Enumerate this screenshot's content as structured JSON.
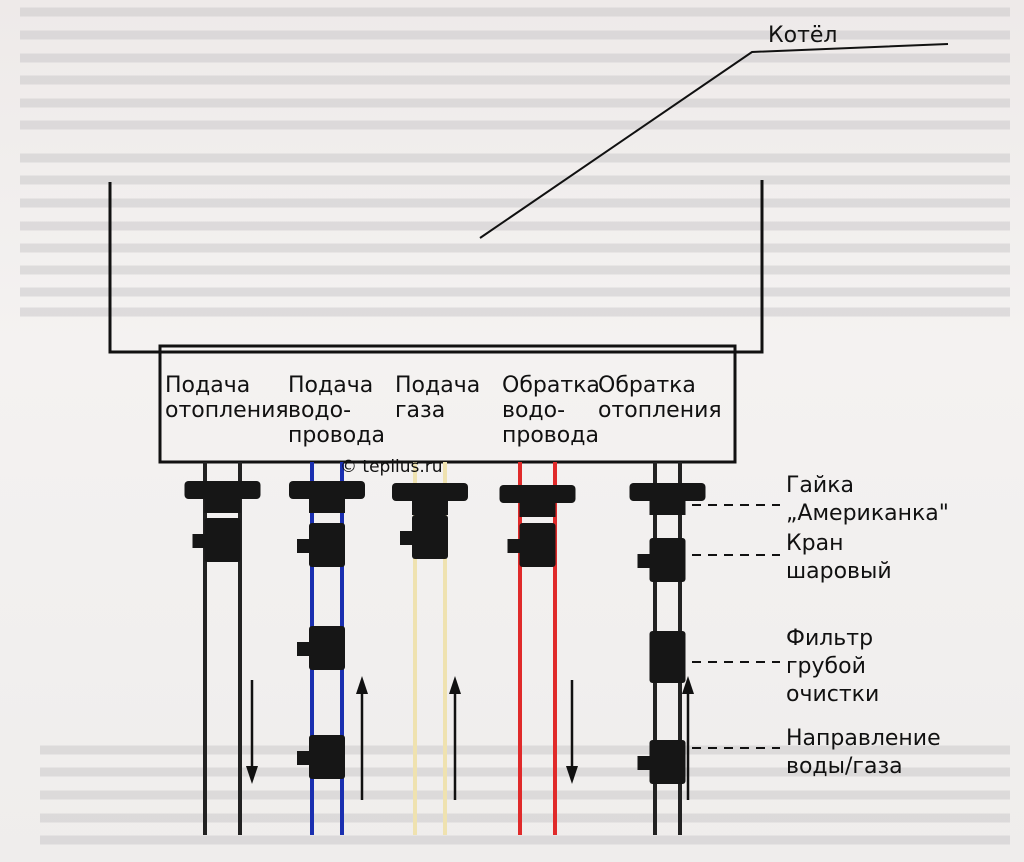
{
  "boiler_label": "Котёл",
  "watermark": "© teplius.ru",
  "pipes": [
    {
      "line1": "Подача",
      "line2": "отопления",
      "line3": "",
      "color": "#222222",
      "direction": "down"
    },
    {
      "line1": "Подача",
      "line2": "водо-",
      "line3": "провода",
      "color": "#1a2fb0",
      "direction": "up"
    },
    {
      "line1": "Подача",
      "line2": "газа",
      "line3": "",
      "color": "#efe2b0",
      "direction": "up"
    },
    {
      "line1": "Обратка",
      "line2": "водо-",
      "line3": "провода",
      "color": "#e02a2a",
      "direction": "down"
    },
    {
      "line1": "Обратка",
      "line2": "отопления",
      "line3": "",
      "color": "#222222",
      "direction": "up"
    }
  ],
  "legend": [
    {
      "line1": "Гайка",
      "line2": "„Американка\""
    },
    {
      "line1": "Кран",
      "line2": "шаровый"
    },
    {
      "line1": "Фильтр",
      "line2": "грубой",
      "line3": "очистки"
    },
    {
      "line1": "Направление",
      "line2": "воды/газа"
    }
  ]
}
